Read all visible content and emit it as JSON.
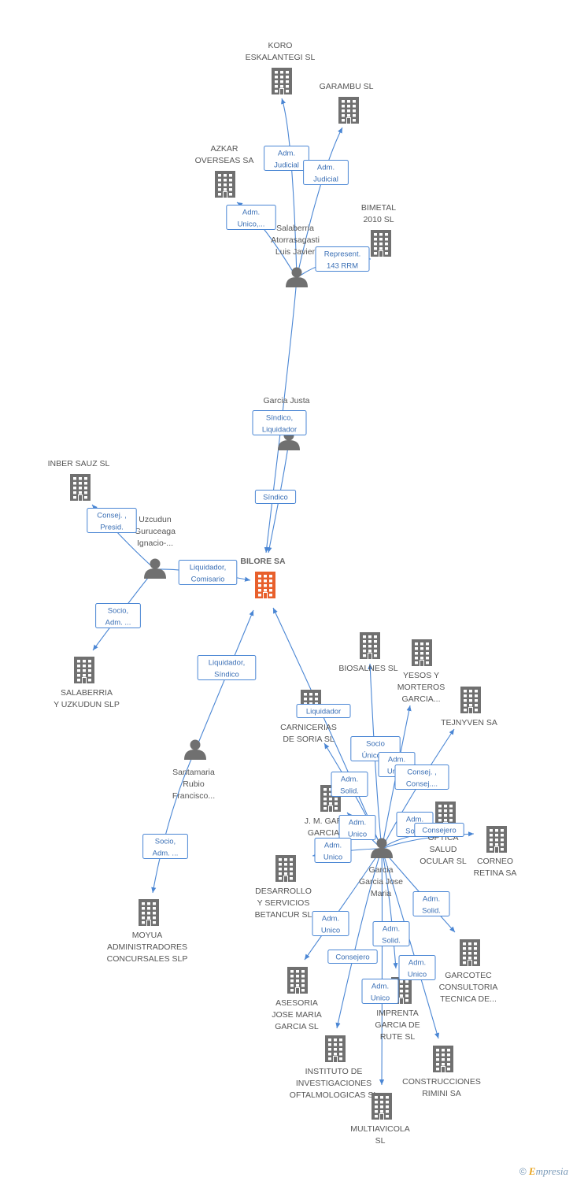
{
  "colors": {
    "building": "#707070",
    "main_building": "#e8602c",
    "person": "#707070",
    "edge": "#4a86d4"
  },
  "nodes": [
    {
      "id": "bilore",
      "type": "company",
      "main": true,
      "lines": [
        "BILORE SA"
      ]
    },
    {
      "id": "koro",
      "type": "company",
      "lines": [
        "KORO",
        "ESKALANTEGI SL"
      ]
    },
    {
      "id": "garambu",
      "type": "company",
      "lines": [
        "GARAMBU SL"
      ]
    },
    {
      "id": "azkar",
      "type": "company",
      "lines": [
        "AZKAR",
        "OVERSEAS SA"
      ]
    },
    {
      "id": "bimetal",
      "type": "company",
      "lines": [
        "BIMETAL",
        "2010 SL"
      ]
    },
    {
      "id": "salaberria_p",
      "type": "person",
      "lines": [
        "Salaberria",
        "Atorrasagasti",
        "Luis Javier"
      ]
    },
    {
      "id": "garcia_justa",
      "type": "person",
      "lines": [
        "Garcia Justa",
        "..."
      ]
    },
    {
      "id": "inber",
      "type": "company",
      "lines": [
        "INBER SAUZ SL"
      ]
    },
    {
      "id": "uzcudun",
      "type": "person",
      "lines": [
        "Uzcudun",
        "Guruceaga",
        "Ignacio-..."
      ]
    },
    {
      "id": "salaberria_slp",
      "type": "company",
      "lines": [
        "SALABERRIA",
        "Y UZKUDUN SLP"
      ]
    },
    {
      "id": "santamaria",
      "type": "person",
      "lines": [
        "Santamaria",
        "Rubio",
        "Francisco..."
      ]
    },
    {
      "id": "moyua",
      "type": "company",
      "lines": [
        "MOYUA",
        "ADMINISTRADORES",
        "CONCURSALES SLP"
      ]
    },
    {
      "id": "garcia_jose",
      "type": "person",
      "lines": [
        "Garcia",
        "Garcia Jose",
        "Maria"
      ]
    },
    {
      "id": "biosalnes",
      "type": "company",
      "lines": [
        "BIOSALNES SL"
      ]
    },
    {
      "id": "yesos",
      "type": "company",
      "lines": [
        "YESOS Y",
        "MORTEROS",
        "GARCIA..."
      ]
    },
    {
      "id": "tejnyven",
      "type": "company",
      "lines": [
        "TEJNYVEN SA"
      ]
    },
    {
      "id": "carnicerias",
      "type": "company",
      "lines": [
        "CARNICERIAS",
        "DE SORIA SL"
      ]
    },
    {
      "id": "jm_garcia",
      "type": "company",
      "lines": [
        "J. M. GAR",
        "GARCIA"
      ]
    },
    {
      "id": "optica",
      "type": "company",
      "lines": [
        "OPTICA",
        "SALUD",
        "OCULAR SL"
      ]
    },
    {
      "id": "corneo",
      "type": "company",
      "lines": [
        "CORNEO",
        "RETINA SA"
      ]
    },
    {
      "id": "desarrollo",
      "type": "company",
      "lines": [
        "DESARROLLO",
        "Y SERVICIOS",
        "BETANCUR SL"
      ]
    },
    {
      "id": "garcotec",
      "type": "company",
      "lines": [
        "GARCOTEC",
        "CONSULTORIA",
        "TECNICA DE..."
      ]
    },
    {
      "id": "asesoria",
      "type": "company",
      "lines": [
        "ASESORIA",
        "JOSE MARIA",
        "GARCIA SL"
      ]
    },
    {
      "id": "imprenta",
      "type": "company",
      "lines": [
        "IMPRENTA",
        "GARCIA DE",
        "RUTE SL"
      ]
    },
    {
      "id": "instituto",
      "type": "company",
      "lines": [
        "INSTITUTO DE",
        "INVESTIGACIONES",
        "OFTALMOLOGICAS SL"
      ]
    },
    {
      "id": "construcciones",
      "type": "company",
      "lines": [
        "CONSTRUCCIONES",
        "RIMINI SA"
      ]
    },
    {
      "id": "multiavicola",
      "type": "company",
      "lines": [
        "MULTIAVICOLA",
        "SL"
      ]
    }
  ],
  "edges": [
    {
      "from": "salaberria_p",
      "to": "koro",
      "label": [
        "Adm.",
        "Judicial"
      ]
    },
    {
      "from": "salaberria_p",
      "to": "garambu",
      "label": [
        "Adm.",
        "Judicial"
      ]
    },
    {
      "from": "salaberria_p",
      "to": "azkar",
      "label": [
        "Adm.",
        "Unico,..."
      ]
    },
    {
      "from": "salaberria_p",
      "to": "bimetal",
      "label": [
        "Represent.",
        "143 RRM"
      ]
    },
    {
      "from": "salaberria_p",
      "to": "bilore",
      "label": [
        "Síndico,",
        "Liquidador"
      ]
    },
    {
      "from": "garcia_justa",
      "to": "bilore",
      "label": [
        "Síndico"
      ]
    },
    {
      "from": "uzcudun",
      "to": "inber",
      "label": [
        "Consej. ,",
        "Presid."
      ]
    },
    {
      "from": "uzcudun",
      "to": "bilore",
      "label": [
        "Liquidador,",
        "Comisario"
      ]
    },
    {
      "from": "uzcudun",
      "to": "salaberria_slp",
      "label": [
        "Socio,",
        "Adm. ..."
      ]
    },
    {
      "from": "santamaria",
      "to": "bilore",
      "label": [
        "Liquidador,",
        "Síndico"
      ]
    },
    {
      "from": "santamaria",
      "to": "moyua",
      "label": [
        "Socio,",
        "Adm. ..."
      ]
    },
    {
      "from": "garcia_jose",
      "to": "bilore",
      "label": [
        "Liquidador"
      ]
    },
    {
      "from": "garcia_jose",
      "to": "biosalnes",
      "label": [
        "Socio",
        "Único,..."
      ]
    },
    {
      "from": "garcia_jose",
      "to": "yesos",
      "label": [
        "Adm.",
        "Unico"
      ]
    },
    {
      "from": "garcia_jose",
      "to": "tejnyven",
      "label": [
        "Consej. ,",
        "Consej...."
      ]
    },
    {
      "from": "garcia_jose",
      "to": "carnicerias",
      "label": [
        "Adm.",
        "Solid."
      ]
    },
    {
      "from": "garcia_jose",
      "to": "jm_garcia",
      "label": [
        "Adm.",
        "Unico"
      ]
    },
    {
      "from": "garcia_jose",
      "to": "optica",
      "label": [
        "Adm.",
        "Solid."
      ]
    },
    {
      "from": "garcia_jose",
      "to": "corneo",
      "label": [
        "Consejero"
      ]
    },
    {
      "from": "garcia_jose",
      "to": "desarrollo",
      "label": [
        "Adm.",
        "Unico"
      ]
    },
    {
      "from": "garcia_jose",
      "to": "garcotec",
      "label": [
        "Adm.",
        "Solid."
      ]
    },
    {
      "from": "garcia_jose",
      "to": "asesoria",
      "label": [
        "Adm.",
        "Unico"
      ]
    },
    {
      "from": "garcia_jose",
      "to": "imprenta",
      "label": [
        "Adm.",
        "Solid."
      ]
    },
    {
      "from": "garcia_jose",
      "to": "instituto",
      "label": [
        "Consejero"
      ]
    },
    {
      "from": "garcia_jose",
      "to": "construcciones",
      "label": [
        "Adm.",
        "Unico"
      ]
    },
    {
      "from": "garcia_jose",
      "to": "multiavicola",
      "label": [
        "Adm.",
        "Unico"
      ]
    }
  ],
  "watermark": {
    "symbol": "©",
    "brand_initial": "E",
    "brand_rest": "mpresia"
  }
}
